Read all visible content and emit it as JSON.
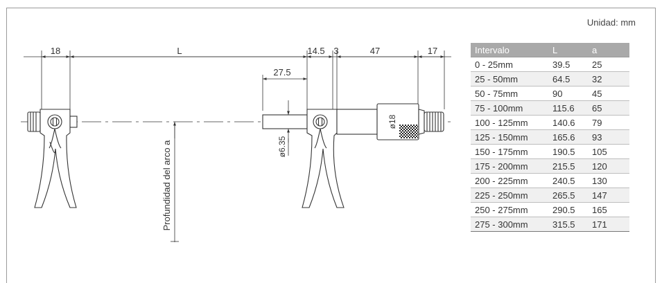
{
  "units_label": "Unidad: mm",
  "dimensions": {
    "d18": "18",
    "dL": "L",
    "d145": "14.5",
    "d3": "3",
    "d47": "47",
    "d17": "17",
    "d275": "27.5",
    "d635": "ø6.35",
    "dsleeve": "ø18",
    "depth_label": "Profundidad del arco a"
  },
  "table": {
    "headers": [
      "Intervalo",
      "L",
      "a"
    ],
    "rows": [
      [
        "0 - 25mm",
        "39.5",
        "25"
      ],
      [
        "25 - 50mm",
        "64.5",
        "32"
      ],
      [
        "50 - 75mm",
        "90",
        "45"
      ],
      [
        "75 - 100mm",
        "115.6",
        "65"
      ],
      [
        "100 - 125mm",
        "140.6",
        "79"
      ],
      [
        "125 - 150mm",
        "165.6",
        "93"
      ],
      [
        "150 - 175mm",
        "190.5",
        "105"
      ],
      [
        "175 - 200mm",
        "215.5",
        "120"
      ],
      [
        "200 - 225mm",
        "240.5",
        "130"
      ],
      [
        "225 - 250mm",
        "265.5",
        "147"
      ],
      [
        "250 - 275mm",
        "290.5",
        "165"
      ],
      [
        "275 - 300mm",
        "315.5",
        "171"
      ]
    ]
  }
}
